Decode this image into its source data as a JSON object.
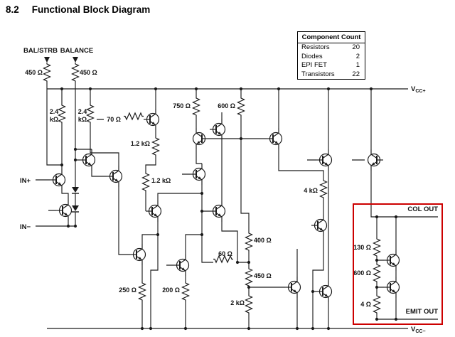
{
  "heading": {
    "number": "8.2",
    "title": "Functional Block Diagram"
  },
  "component_count": {
    "title": "Component Count",
    "rows": [
      {
        "label": "Resistors",
        "value": "20"
      },
      {
        "label": "Diodes",
        "value": "2"
      },
      {
        "label": "EPI FET",
        "value": "1"
      },
      {
        "label": "Transistors",
        "value": "22"
      }
    ]
  },
  "pins": {
    "bal_strb": "BAL/STRB",
    "balance": "BALANCE",
    "in_plus": "IN+",
    "in_minus": "IN−",
    "v": "V",
    "vccp_sub": "CC+",
    "vccm_sub": "CC−",
    "col_out": "COL OUT",
    "emit_out": "EMIT OUT"
  },
  "resistors": {
    "r450a": "450 Ω",
    "r450b": "450 Ω",
    "r24_l1": "2.4",
    "r24_l2": "kΩ",
    "r70": "70 Ω",
    "r12k_a": "1.2 kΩ",
    "r750": "750 Ω",
    "r600a": "600 Ω",
    "r12k_b": "1.2 kΩ",
    "r4k": "4 kΩ",
    "r400": "400 Ω",
    "r60": "60 Ω",
    "r450c": "450 Ω",
    "r130": "130 Ω",
    "r600b": "600 Ω",
    "r250": "250 Ω",
    "r200": "200 Ω",
    "r2k": "2 kΩ",
    "r4": "4 Ω"
  },
  "colors": {
    "highlight": "#cc0000",
    "line": "#1a1a1a"
  }
}
